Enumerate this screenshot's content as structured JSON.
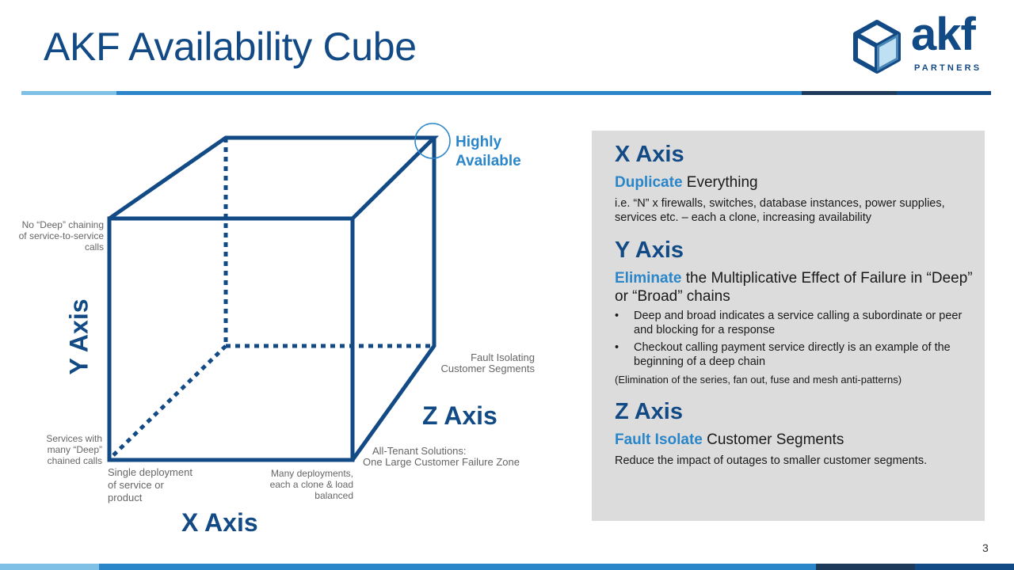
{
  "title": "AKF Availability Cube",
  "logo": {
    "name": "akf",
    "subtitle": "PARTNERS",
    "icon": "cube-logo-icon"
  },
  "colors": {
    "brand_navy": "#124a86",
    "accent_blue": "#2a86c8",
    "light_blue": "#7fc1e6",
    "dark_navy": "#1e3a5a",
    "panel_gray": "#dcdcdc",
    "label_gray": "#666666"
  },
  "cube": {
    "highly_available": [
      "Highly",
      "Available"
    ],
    "y_top_label": [
      "No “Deep” chaining",
      "of service-to-service",
      "calls"
    ],
    "y_bottom_label": [
      "Services with",
      "many “Deep”",
      "chained calls"
    ],
    "x_left_label": [
      "Single deployment",
      "of service or",
      "product"
    ],
    "x_right_label": [
      "Many deployments,",
      "each a clone & load",
      "balanced"
    ],
    "z_top_label": [
      "Fault Isolating",
      "Customer Segments"
    ],
    "z_bottom_label": [
      "All-Tenant Solutions:",
      "One Large Customer Failure Zone"
    ],
    "x_axis": "X Axis",
    "y_axis": "Y Axis",
    "z_axis": "Z Axis"
  },
  "panel": {
    "x": {
      "heading": "X Axis",
      "keyword": "Duplicate",
      "subtitle_rest": " Everything",
      "body": "i.e. “N” x firewalls, switches, database instances, power supplies, services etc. – each a clone, increasing availability"
    },
    "y": {
      "heading": "Y Axis",
      "keyword": "Eliminate",
      "subtitle_rest": " the Multiplicative Effect of Failure in “Deep” or “Broad” chains",
      "bullets": [
        "Deep and broad indicates a service calling a subordinate or peer and blocking for a response",
        "Checkout calling payment service directly is an example of the beginning of a deep chain"
      ],
      "note": "(Elimination of the series, fan out, fuse and mesh anti-patterns)"
    },
    "z": {
      "heading": "Z Axis",
      "keyword": "Fault Isolate",
      "subtitle_rest": " Customer Segments",
      "body": "Reduce the impact of outages to smaller customer segments."
    }
  },
  "page_number": "3"
}
